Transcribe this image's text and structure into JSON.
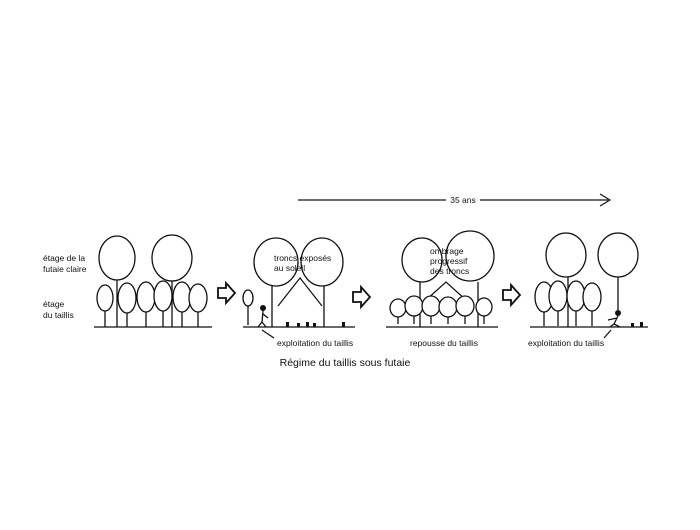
{
  "diagram": {
    "title": "Régime du taillis sous futaie",
    "timeline": {
      "label": "35 ans"
    },
    "stage_labels": {
      "futaie": [
        "étage de la",
        "futaie claire"
      ],
      "taillis": [
        "étage",
        "du taillis"
      ]
    },
    "annotations": {
      "exposed": [
        "troncs exposés",
        "au soleil"
      ],
      "shade": [
        "ombrage",
        "progressif",
        "des troncs"
      ]
    },
    "panel_captions": [
      "exploitation du taillis",
      "repousse du taillis",
      "exploitation du taillis"
    ]
  }
}
